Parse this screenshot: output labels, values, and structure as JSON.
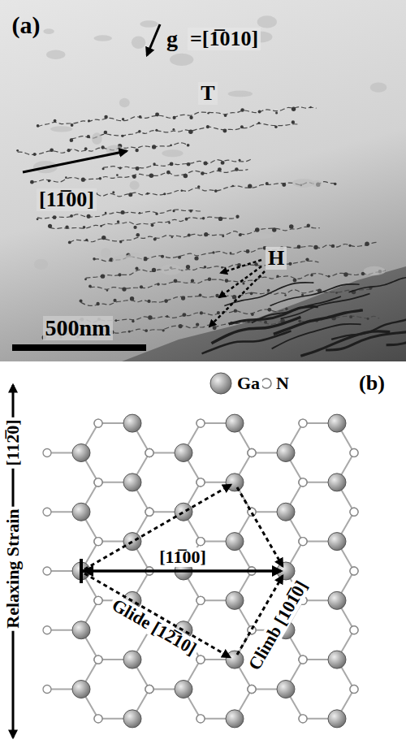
{
  "diagram": {
    "labels": [
      "(a)",
      "g",
      "=[1̅010]",
      "T",
      "[11̅00]",
      "H",
      "500nm",
      "Ga",
      "N",
      "(b)",
      "[112̅0]",
      "Relaxing Strain",
      "[11̅00]",
      "Glide [12̅10]",
      "Climb [101̅0]"
    ]
  }
}
